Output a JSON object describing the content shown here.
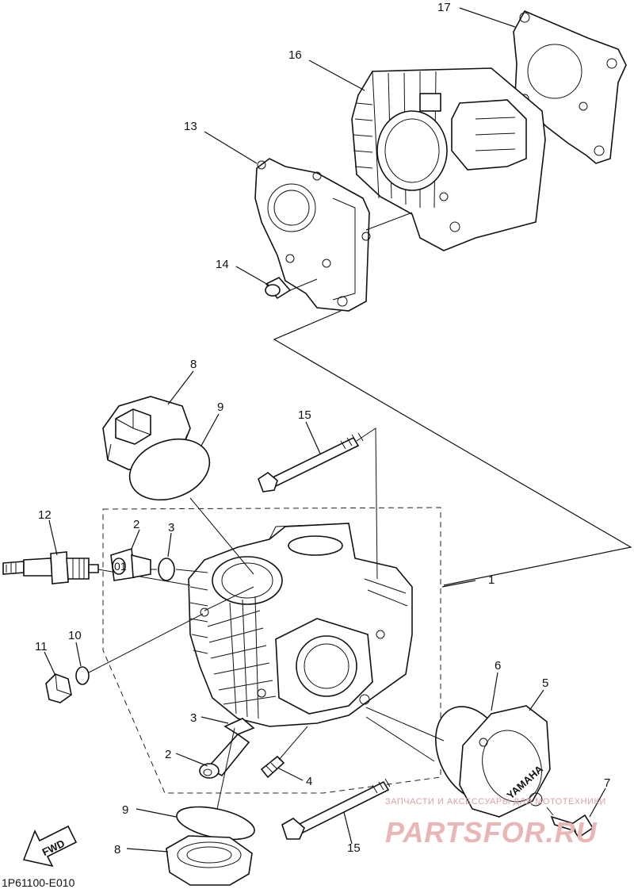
{
  "labels": {
    "l17": "17",
    "l16": "16",
    "l13": "13",
    "l14": "14",
    "l8a": "8",
    "l9a": "9",
    "l15a": "15",
    "l12": "12",
    "l2a": "2",
    "l3a": "3",
    "l1": "1",
    "l11": "11",
    "l10": "10",
    "l6": "6",
    "l5": "5",
    "l3b": "3",
    "l2b": "2",
    "l4": "4",
    "l7": "7",
    "l9b": "9",
    "l15b": "15",
    "l8b": "8"
  },
  "fwd_label": "FWD",
  "cover_logo": "YAMAHA",
  "spark_plug_text": "01",
  "diagram_code": "1P61100-E010",
  "watermark": {
    "tagline": "ЗАПЧАСТИ И АКСЕССУАРЫ ДЛЯ МОТОТЕХНИКИ",
    "brand": "PARTSFOR.RU"
  },
  "colors": {
    "line": "#111111",
    "watermark": "#e9b6b6"
  }
}
